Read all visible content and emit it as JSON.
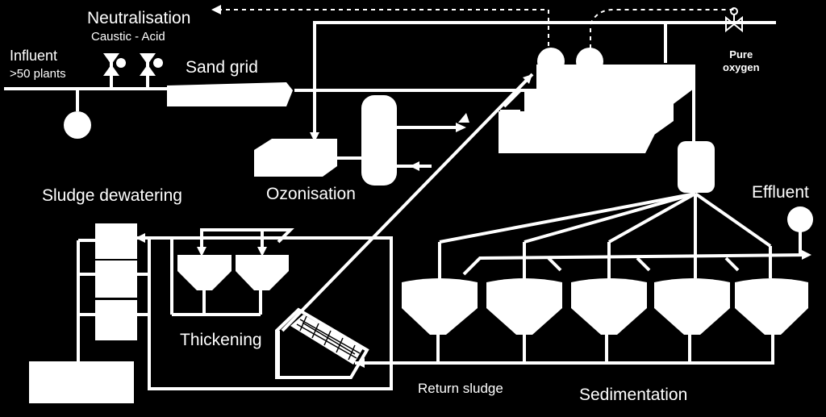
{
  "labels": {
    "neutralisation": "Neutralisation",
    "caustic_acid": "Caustic - Acid",
    "influent": "Influent",
    "plants": ">50 plants",
    "sand_grid": "Sand grid",
    "pure_oxygen_1": "Pure",
    "pure_oxygen_2": "oxygen",
    "ozonisation": "Ozonisation",
    "sludge_dewatering": "Sludge dewatering",
    "effluent": "Effluent",
    "thickening": "Thickening",
    "return_sludge": "Return sludge",
    "sedimentation": "Sedimentation"
  },
  "colors": {
    "background": "#000000",
    "foreground": "#ffffff"
  }
}
